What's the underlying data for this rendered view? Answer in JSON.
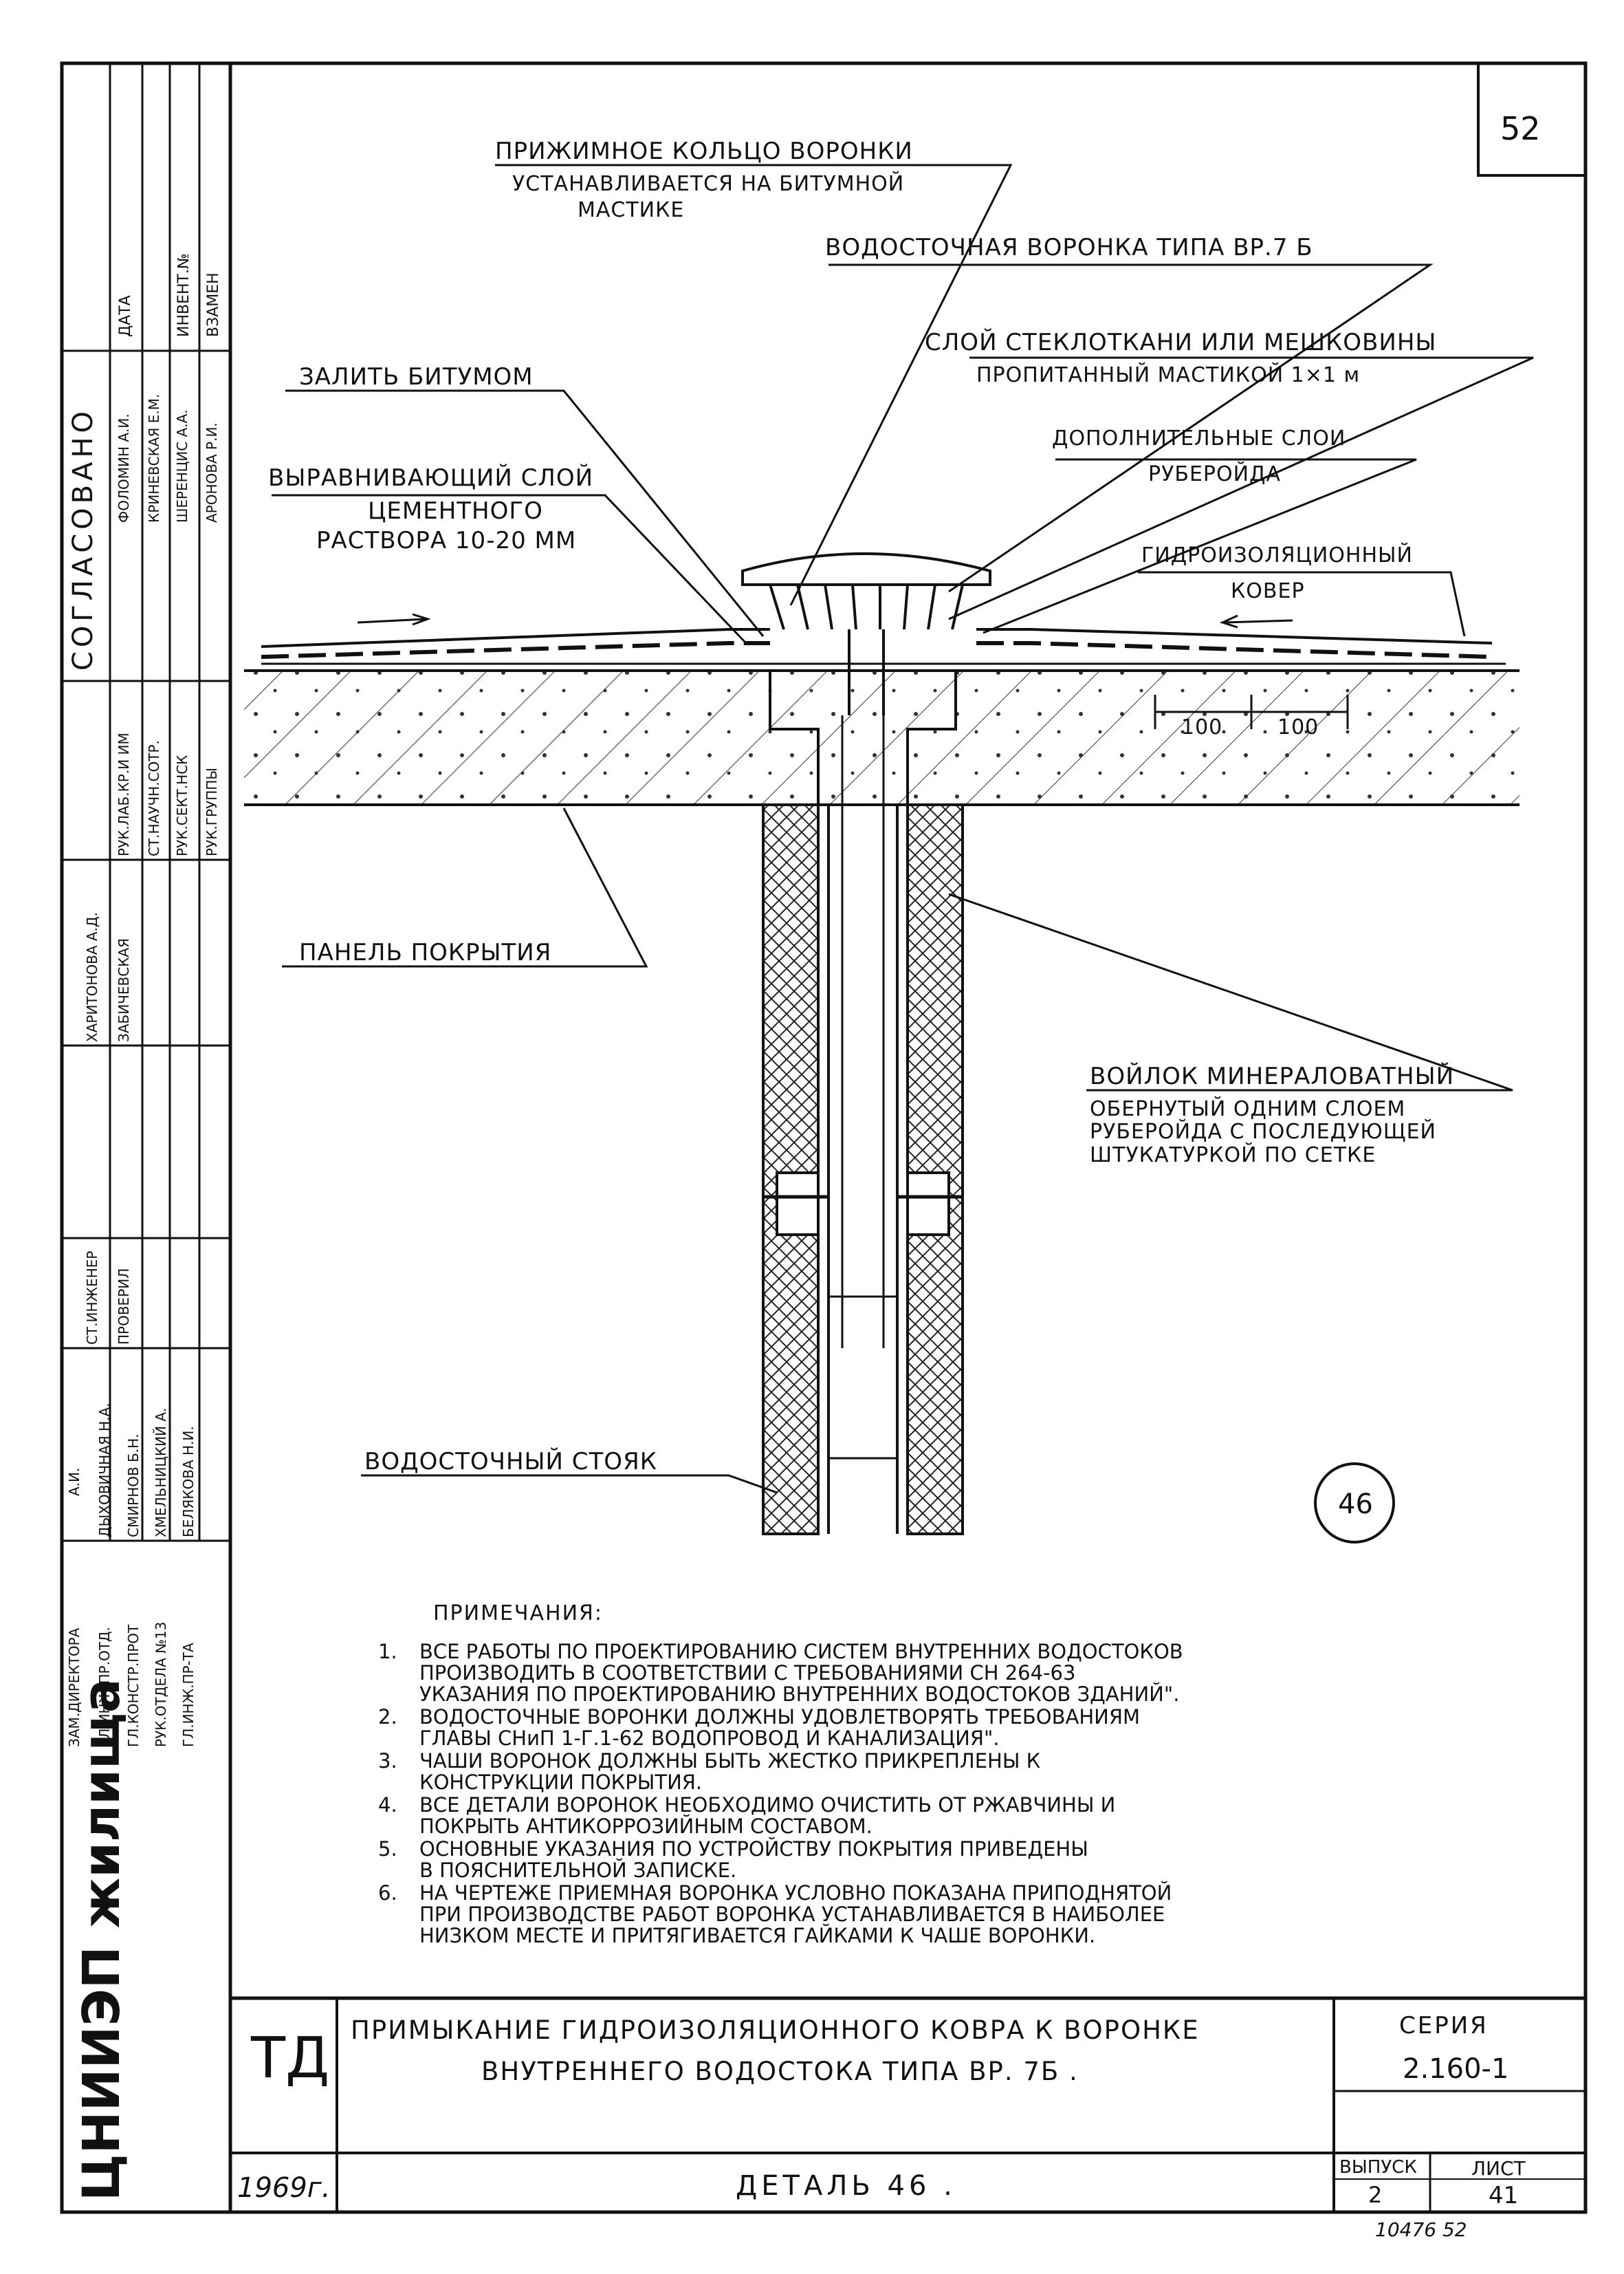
{
  "page_number": "52",
  "labels": {
    "clamp_ring": "ПРИЖИМНОЕ КОЛЬЦО ВОРОНКИ",
    "clamp_ring_note_1": "УСТАНАВЛИВАЕТСЯ НА БИТУМНОЙ",
    "clamp_ring_note_2": "МАСТИКЕ",
    "funnel_type": "ВОДОСТОЧНАЯ ВОРОНКА ТИПА ВР.7 Б",
    "fiberglass_1": "СЛОЙ СТЕКЛОТКАНИ ИЛИ МЕШКОВИНЫ",
    "fiberglass_2": "ПРОПИТАННЫЙ МАСТИКОЙ 1×1 м",
    "pour_bitumen": "ЗАЛИТЬ БИТУМОМ",
    "extra_layers_1": "ДОПОЛНИТЕЛЬНЫЕ СЛОИ",
    "extra_layers_2": "РУБЕРОЙДА",
    "leveling_1": "ВЫРАВНИВАЮЩИЙ СЛОЙ",
    "leveling_2": "ЦЕМЕНТНОГО",
    "leveling_3": "РАСТВОРА 10-20 ММ",
    "waterproof_1": "ГИДРОИЗОЛЯЦИОННЫЙ",
    "waterproof_2": "КОВЕР",
    "dim_100_a": "100",
    "dim_100_b": "100",
    "roof_panel": "ПАНЕЛЬ ПОКРЫТИЯ",
    "wool_1": "ВОЙЛОК МИНЕРАЛОВАТНЫЙ",
    "wool_2": "ОБЕРНУТЫЙ ОДНИМ СЛОЕМ",
    "wool_3": "РУБЕРОЙДА С ПОСЛЕДУЮЩЕЙ",
    "wool_4": "ШТУКАТУРКОЙ ПО СЕТКЕ",
    "riser": "ВОДОСТОЧНЫЙ СТОЯК",
    "detail_marker": "46"
  },
  "notes": {
    "title": "ПРИМЕЧАНИЯ:",
    "items": [
      {
        "num": "1.",
        "lines": [
          "ВСЕ РАБОТЫ ПО ПРОЕКТИРОВАНИЮ СИСТЕМ ВНУТРЕННИХ ВОДОСТОКОВ",
          "ПРОИЗВОДИТЬ В СООТВЕТСТВИИ С ТРЕБОВАНИЯМИ  СН 264-63",
          "УКАЗАНИЯ ПО ПРОЕКТИРОВАНИЮ ВНУТРЕННИХ ВОДОСТОКОВ ЗДАНИЙ\"."
        ]
      },
      {
        "num": "2.",
        "lines": [
          "ВОДОСТОЧНЫЕ ВОРОНКИ ДОЛЖНЫ УДОВЛЕТВОРЯТЬ ТРЕБОВАНИЯМ",
          "ГЛАВЫ СНиП 1-Г.1-62  ВОДОПРОВОД И КАНАЛИЗАЦИЯ\"."
        ]
      },
      {
        "num": "3.",
        "lines": [
          "ЧАШИ ВОРОНОК ДОЛЖНЫ БЫТЬ ЖЕСТКО ПРИКРЕПЛЕНЫ К",
          "КОНСТРУКЦИИ ПОКРЫТИЯ."
        ]
      },
      {
        "num": "4.",
        "lines": [
          "ВСЕ ДЕТАЛИ ВОРОНОК НЕОБХОДИМО ОЧИСТИТЬ ОТ РЖАВЧИНЫ И",
          "ПОКРЫТЬ АНТИКОРРОЗИЙНЫМ СОСТАВОМ."
        ]
      },
      {
        "num": "5.",
        "lines": [
          "ОСНОВНЫЕ УКАЗАНИЯ ПО УСТРОЙСТВУ ПОКРЫТИЯ ПРИВЕДЕНЫ",
          "В ПОЯСНИТЕЛЬНОЙ ЗАПИСКЕ."
        ]
      },
      {
        "num": "6.",
        "lines": [
          "НА ЧЕРТЕЖЕ ПРИЕМНАЯ ВОРОНКА УСЛОВНО ПОКАЗАНА ПРИПОДНЯТОЙ",
          "ПРИ ПРОИЗВОДСТВЕ РАБОТ ВОРОНКА УСТАНАВЛИВАЕТСЯ В НАИБОЛЕЕ",
          "НИЗКОМ МЕСТЕ И ПРИТЯГИВАЕТСЯ ГАЙКАМИ К ЧАШЕ ВОРОНКИ."
        ]
      }
    ]
  },
  "title_block": {
    "code": "ТД",
    "year": "1969г.",
    "title_1": "ПРИМЫКАНИЕ ГИДРОИЗОЛЯЦИОННОГО КОВРА К ВОРОНКЕ",
    "title_2": "ВНУТРЕННЕГО ВОДОСТОКА ТИПА ВР. 7Б .",
    "detail": "ДЕТАЛЬ 46 .",
    "series_label": "СЕРИЯ",
    "series_value": "2.160-1",
    "issue_label": "ВЫПУСК",
    "issue_value": "2",
    "sheet_label": "ЛИСТ",
    "sheet_value": "41",
    "stamp": "10476 52"
  },
  "side_panel": {
    "org": "ЦНИИЭП жилища",
    "agreed": "СОГЛАСОВАНО",
    "date": "ДАТА",
    "inv": "ИНВЕНТ.№",
    "replaced": "ВЗАМЕН",
    "roles": [
      "РУК.ЛАБ.КР.И ИМ",
      "СТ.НАУЧН.СОТР.",
      "РУК.СЕКТ.НСК",
      "РУК.ГРУППЫ"
    ],
    "names": [
      "ФОЛОМИН А.И.",
      "КРИНЕВСКАЯ Е.М.",
      "ШЕРЕНЦИС А.А.",
      "АРОНОВА Р.И."
    ],
    "mid_names": [
      "ХАРИТОНОВА А.Д.",
      "ЗАБИЧЕВСКАЯ"
    ],
    "eng": "СТ.ИНЖЕНЕР",
    "checked": "ПРОВЕРИЛ",
    "lower_roles": [
      "ЗАМ.ДИРЕКТОРА",
      "ГЛ.ИНЖ.ПР.ОТД.",
      "ГЛ.КОНСТР.ПРОТ",
      "РУК.ОТДЕЛА №13",
      "ГЛ.ИНЖ.ПР-ТА"
    ],
    "lower_names": [
      "А.И.",
      "ДЫХОВИЧНАЯ Н.А.",
      "СМИРНОВ Б.Н.",
      "ХМЕЛЬНИЦКИЙ А.",
      "БЕЛЯКОВА Н.И."
    ]
  }
}
